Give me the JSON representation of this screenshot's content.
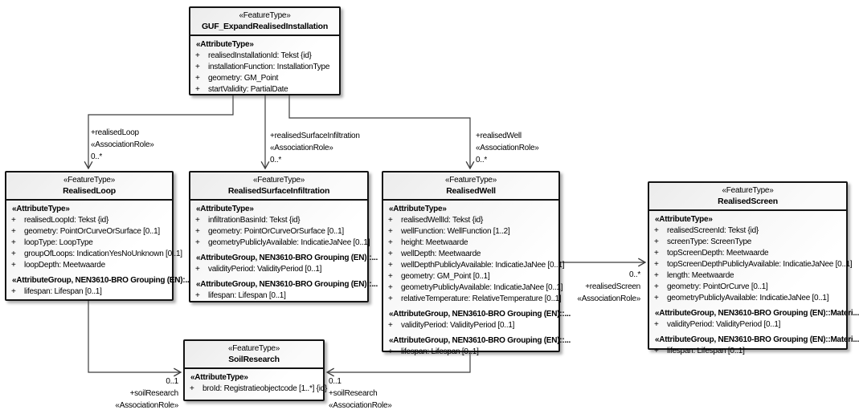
{
  "colors": {
    "box_border": "#141414",
    "box_fill_top": "#efefef",
    "box_fill_bottom": "#ffffff",
    "connector_line": "#3c3c3c",
    "text": "#000000"
  },
  "markers": {
    "visibility": "+"
  },
  "classes": {
    "guf": {
      "stereotype": "«FeatureType»",
      "name": "GUF_ExpandRealisedInstallation",
      "sections": [
        {
          "header": "«AttributeType»",
          "rows": [
            "realisedInstallationId: Tekst {id}",
            "installationFunction: InstallationType",
            "geometry: GM_Point",
            "startValidity: PartialDate"
          ]
        }
      ]
    },
    "realisedLoop": {
      "stereotype": "«FeatureType»",
      "name": "RealisedLoop",
      "sections": [
        {
          "header": "«AttributeType»",
          "rows": [
            "realisedLoopId: Tekst {id}",
            "geometry: PointOrCurveOrSurface [0..1]",
            "loopType: LoopType",
            "groupOfLoops: IndicationYesNoUnknown [0..1]",
            "loopDepth: Meetwaarde"
          ]
        },
        {
          "header": "«AttributeGroup, NEN3610-BRO Grouping (EN):...",
          "rows": [
            "lifespan: Lifespan [0..1]"
          ]
        }
      ]
    },
    "realisedSurfaceInfiltration": {
      "stereotype": "«FeatureType»",
      "name": "RealisedSurfaceInfiltration",
      "sections": [
        {
          "header": "«AttributeType»",
          "rows": [
            "infiltrationBasinId: Tekst {id}",
            "geometry: PointOrCurveOrSurface [0..1]",
            "geometryPubliclyAvailable: IndicatieJaNee [0..1]"
          ]
        },
        {
          "header": "«AttributeGroup, NEN3610-BRO Grouping (EN)::...",
          "rows": [
            "validityPeriod: ValidityPeriod [0..1]"
          ]
        },
        {
          "header": "«AttributeGroup, NEN3610-BRO Grouping (EN)::...",
          "rows": [
            "lifespan: Lifespan [0..1]"
          ]
        }
      ]
    },
    "realisedWell": {
      "stereotype": "«FeatureType»",
      "name": "RealisedWell",
      "sections": [
        {
          "header": "«AttributeType»",
          "rows": [
            "realisedWellId: Tekst {id}",
            "wellFunction: WellFunction [1..2]",
            "height: Meetwaarde",
            "wellDepth: Meetwaarde",
            "wellDepthPubliclyAvailable: IndicatieJaNee [0..1]",
            "geometry: GM_Point [0..1]",
            "geometryPubliclyAvailable: IndicatieJaNee [0..1]",
            "relativeTemperature: RelativeTemperature [0..1]"
          ]
        },
        {
          "header": "«AttributeGroup, NEN3610-BRO Grouping (EN)::...",
          "rows": [
            "validityPeriod: ValidityPeriod [0..1]"
          ]
        },
        {
          "header": "«AttributeGroup, NEN3610-BRO Grouping (EN)::...",
          "rows": [
            "lifespan: Lifespan [0..1]"
          ]
        }
      ]
    },
    "realisedScreen": {
      "stereotype": "«FeatureType»",
      "name": "RealisedScreen",
      "sections": [
        {
          "header": "«AttributeType»",
          "rows": [
            "realisedScreenId: Tekst {id}",
            "screenType: ScreenType",
            "topScreenDepth: Meetwaarde",
            "topScreenDepthPubliclyAvailable: IndicatieJaNee [0..1]",
            "length: Meetwaarde",
            "geometry: PointOrCurve [0..1]",
            "geometryPubliclyAvailable: IndicatieJaNee [0..1]"
          ]
        },
        {
          "header": "«AttributeGroup, NEN3610-BRO Grouping (EN)::Materi...",
          "rows": [
            "validityPeriod: ValidityPeriod [0..1]"
          ]
        },
        {
          "header": "«AttributeGroup, NEN3610-BRO Grouping (EN)::Materi...",
          "rows": [
            "lifespan: Lifespan [0..1]"
          ]
        }
      ]
    },
    "soilResearch": {
      "stereotype": "«FeatureType»",
      "name": "SoilResearch",
      "sections": [
        {
          "header": "«AttributeType»",
          "rows": [
            "broId: Registratieobjectcode [1..*] {id}"
          ]
        }
      ]
    }
  },
  "connector_labels": {
    "realised_loop": [
      "+realisedLoop",
      "«AssociationRole»",
      "0..*"
    ],
    "realised_surface_infiltration": [
      "+realisedSurfaceInfiltration",
      "«AssociationRole»",
      "0..*"
    ],
    "realised_well": [
      "+realisedWell",
      "«AssociationRole»",
      "0..*"
    ],
    "realised_screen": [
      "0..*",
      "+realisedScreen",
      "«AssociationRole»"
    ],
    "soil_research_left": [
      "0..1",
      "+soilResearch",
      "«AssociationRole»"
    ],
    "soil_research_right": [
      "0..1",
      "+soilResearch",
      "«AssociationRole»"
    ]
  }
}
